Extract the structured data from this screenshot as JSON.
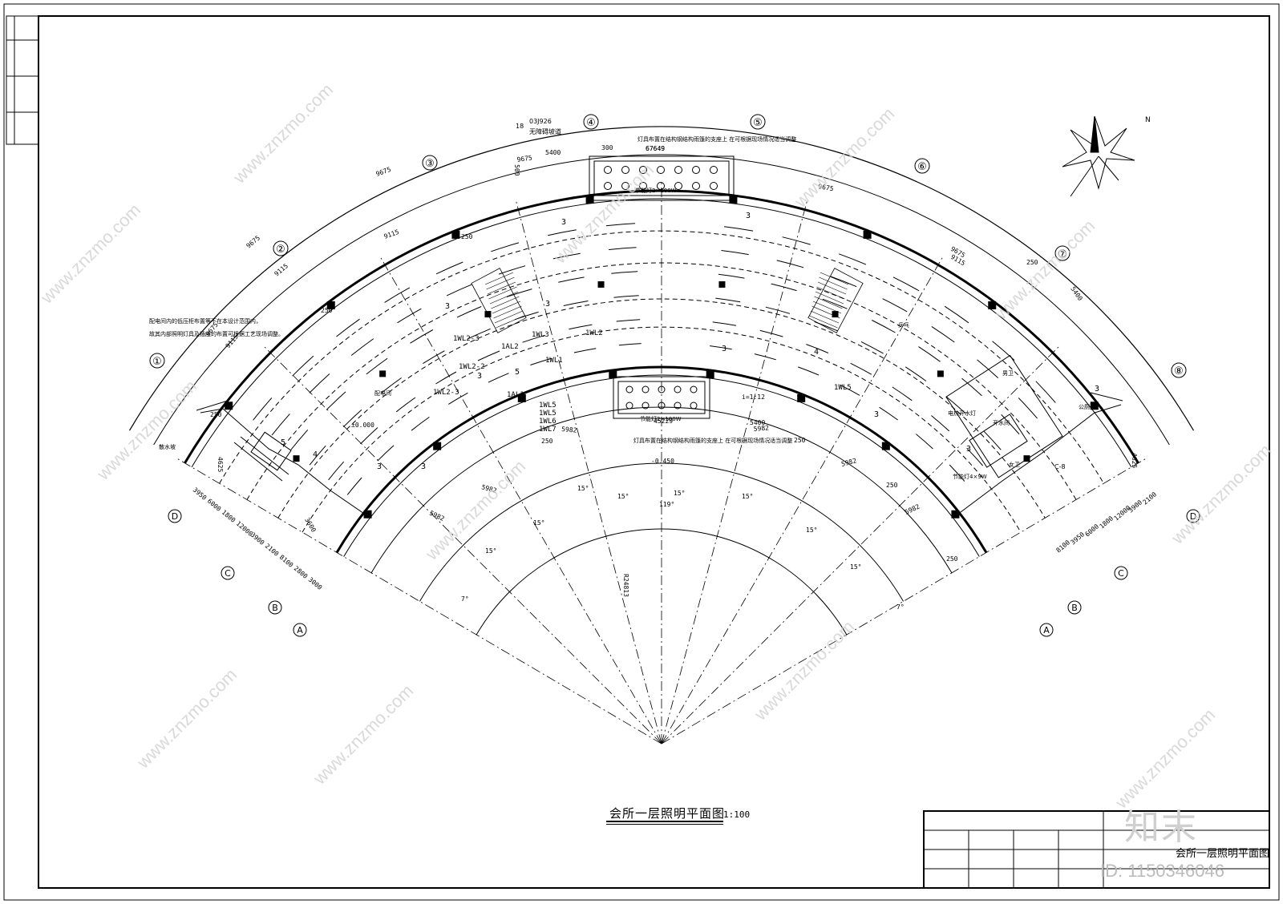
{
  "drawing": {
    "title": "会所一层照明平面图",
    "scale": "1:100",
    "title_block_name": "会所一层照明平面图"
  },
  "watermark": {
    "logo": "知末",
    "id": "ID: 1150346046",
    "site": "www.znzmo.com"
  },
  "axes": {
    "radial": [
      "①",
      "②",
      "③",
      "④",
      "⑤",
      "⑥",
      "⑦",
      "⑧"
    ],
    "ring_left": [
      "A",
      "B",
      "C",
      "D"
    ],
    "ring_right": [
      "A",
      "B",
      "C",
      "D"
    ]
  },
  "dimensions": {
    "outer_segment": "9675",
    "inner_segment": "9115",
    "wall_offset": "250",
    "front_segment": "5982",
    "top_span": "5400",
    "angle_15": "15°",
    "angle_7": "7°",
    "angle_total": "119°",
    "radius": "R24813",
    "arc_top": "67649",
    "arc_bottom": "45229",
    "elev_zero": "±0.000",
    "elev_minus": "-0.450",
    "ramp": "i=1:12",
    "left_dims": [
      "3950",
      "6000",
      "1800",
      "12000",
      "3900",
      "2100",
      "8100",
      "2800",
      "3000"
    ],
    "right_dims": [
      "8100",
      "3950",
      "6000",
      "1800",
      "12000",
      "3900",
      "2100"
    ],
    "side_4625": "4625",
    "side_3600": "3600",
    "side_900": "900",
    "top_300": "300",
    "top_500": "500"
  },
  "labels": {
    "stair_note_code": "03J926",
    "stair_note": "无障碍坡道",
    "ref_num": "18",
    "note_top": "灯具布置在结构钢结构雨篷的支座上 在可根据现场情况适当调整",
    "note_bottom": "灯具布置在结构钢结构雨篷的支座上 在可根据现场情况适当调整",
    "note_left_1": "配电间内的低压柜布置等不在本设计范围内，",
    "note_left_2": "故其内部照明灯具及插座的布置可根据工艺现场调整。",
    "lamp_top": "节能灯2×100W",
    "lamp_bottom": "节能灯2×100W",
    "room_distribution": "配电间",
    "room_drain": "散水坡",
    "room_hall": "乒乓",
    "room_toilet_m": "男卫",
    "room_toilet_f": "女卫",
    "room_water": "开水间",
    "room_wash": "公厕",
    "water_heater": "电热开水灯",
    "lamp_side": "节能灯4×9W",
    "door_code": "C-8",
    "circuits": [
      "1WL2-3",
      "1WL2-2",
      "1WL2-3",
      "1WL3",
      "1WL2",
      "1WL1",
      "1AL2",
      "1AL1",
      "1WL5",
      "1WL5",
      "1WL6",
      "1WL7",
      "1WL5"
    ],
    "count_3": "3",
    "count_4": "4",
    "count_5": "5",
    "compass": "N"
  },
  "title_block": {
    "rows": 4,
    "cols": 5
  },
  "colors": {
    "line": "#000000",
    "watermark": "#c8c8c8"
  }
}
